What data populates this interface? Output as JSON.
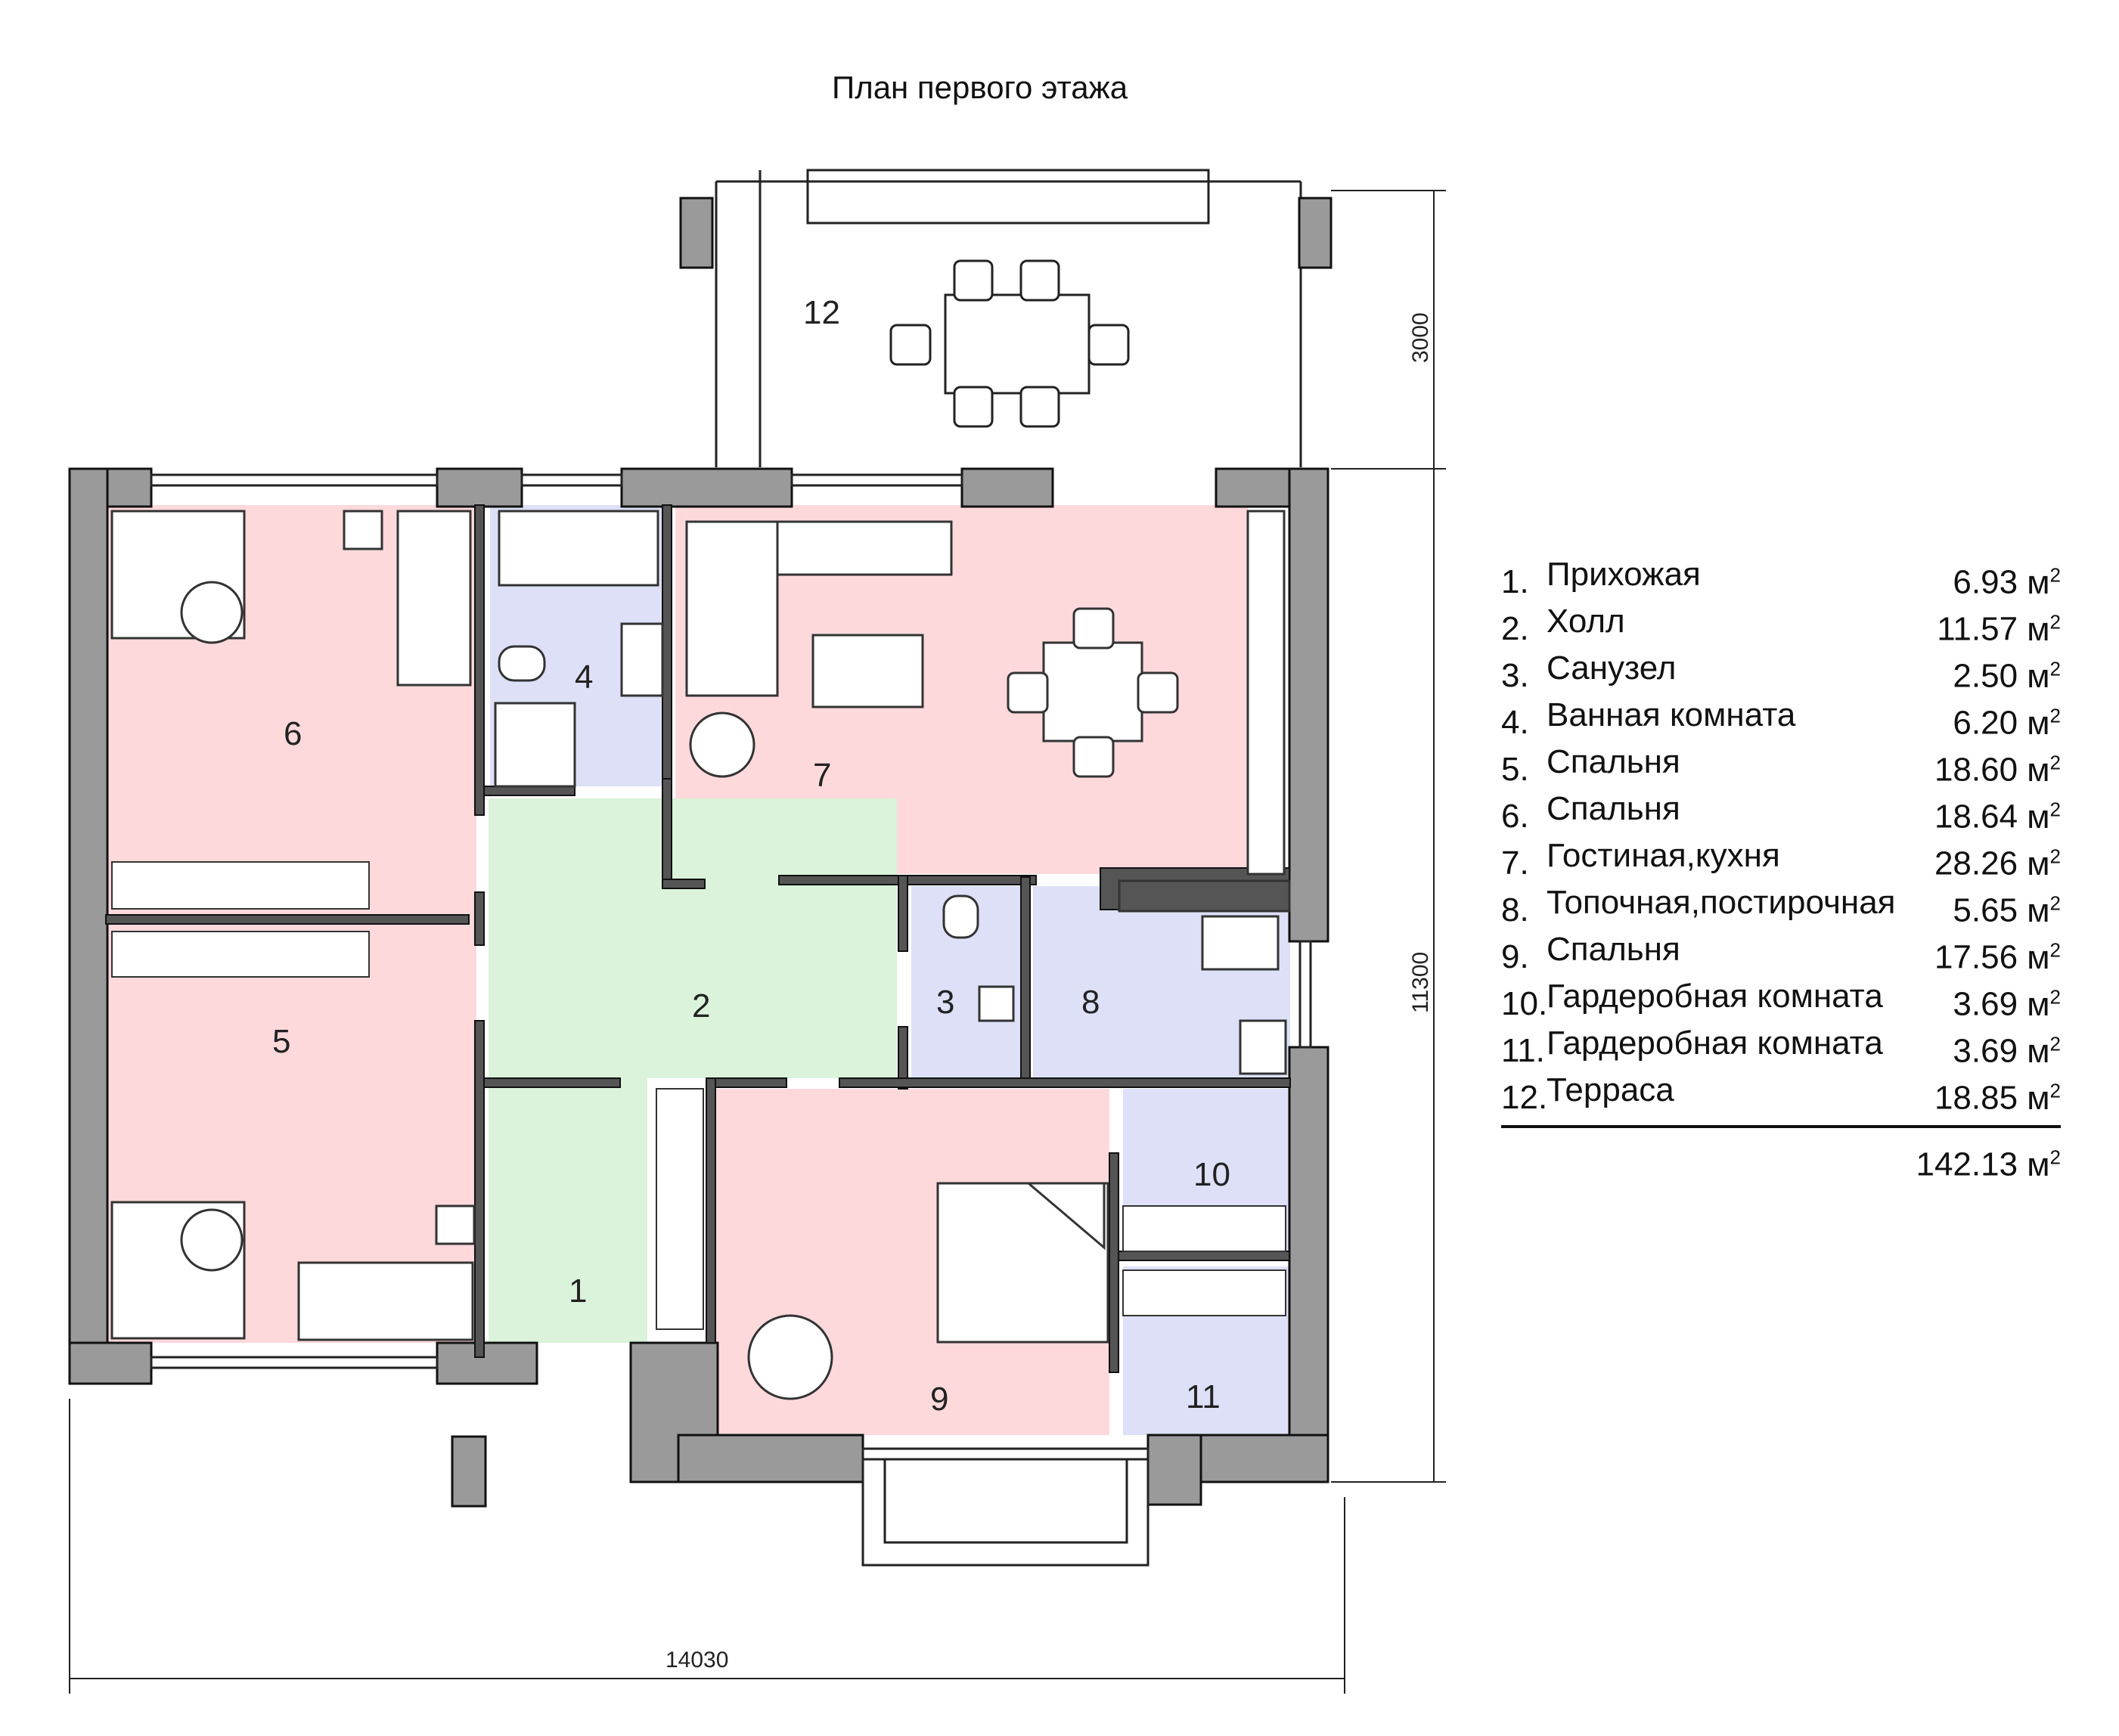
{
  "title": "План первого этажа",
  "dimensions": {
    "width_total": "14030",
    "height_main": "11300",
    "height_terrace": "3000"
  },
  "rooms": [
    {
      "no": "1",
      "name": "Прихожая",
      "area": "6.93"
    },
    {
      "no": "2",
      "name": "Холл",
      "area": "11.57"
    },
    {
      "no": "3",
      "name": "Санузел",
      "area": "2.50"
    },
    {
      "no": "4",
      "name": "Ванная комната",
      "area": "6.20"
    },
    {
      "no": "5",
      "name": "Спальня",
      "area": "18.60"
    },
    {
      "no": "6",
      "name": "Спальня",
      "area": "18.64"
    },
    {
      "no": "7",
      "name": "Гостиная,кухня",
      "area": "28.26"
    },
    {
      "no": "8",
      "name": "Топочная,постирочная",
      "area": "5.65"
    },
    {
      "no": "9",
      "name": "Спальня",
      "area": "17.56"
    },
    {
      "no": "10",
      "name": "Гардеробная комната",
      "area": "3.69"
    },
    {
      "no": "11",
      "name": "Гардеробная комната",
      "area": "3.69"
    },
    {
      "no": "12",
      "name": "Терраса",
      "area": "18.85"
    }
  ],
  "unit": "м",
  "unit_sup": "2",
  "total_area": "142.13",
  "colors": {
    "bedroom": "#fdd9dc",
    "living": "#fdd9dc",
    "hall": "#daf3da",
    "wet": "#dde0f6",
    "wall": "#9a9a9a",
    "wall_stroke": "#111111"
  }
}
